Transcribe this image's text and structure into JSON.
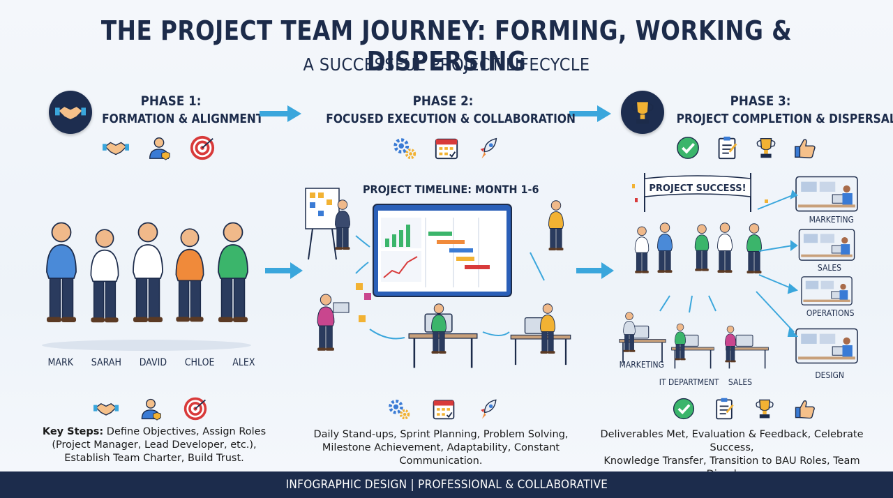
{
  "header": {
    "title": "THE PROJECT TEAM JOURNEY: FORMING, WORKING & DISPERSING",
    "subtitle": "A SUCCESSFUL PROJECT LIFECYCLE"
  },
  "phases": [
    {
      "label": "PHASE 1:",
      "name": "FORMATION & ALIGNMENT",
      "icons": [
        "handshake-icon",
        "manager-icon",
        "target-icon"
      ]
    },
    {
      "label": "PHASE 2:",
      "name": "FOCUSED EXECUTION & COLLABORATION",
      "icons": [
        "gears-icon",
        "calendar-icon",
        "rocket-icon"
      ]
    },
    {
      "label": "PHASE 3:",
      "name": "PROJECT COMPLETION & DISPERSAL",
      "icons": [
        "checkmark-icon",
        "clipboard-icon",
        "trophy-icon",
        "thumbs-up-icon"
      ]
    }
  ],
  "team": [
    "MARK",
    "SARAH",
    "DAVID",
    "CHLOE",
    "ALEX"
  ],
  "timeline": {
    "title": "PROJECT TIMELINE: MONTH 1-6"
  },
  "celebration": {
    "banner": "PROJECT SUCCESS!"
  },
  "departments_right": [
    "MARKETING",
    "SALES",
    "OPERATIONS",
    "DESIGN"
  ],
  "departments_bottom": [
    "MARKETING",
    "IT DEPARTMENT",
    "SALES"
  ],
  "steps": {
    "phase1_bold": "Key Steps:",
    "phase1_line1": " Define Objectives, Assign Roles",
    "phase1_line2": "(Project Manager, Lead Developer, etc.),",
    "phase1_line3": "Establish Team Charter, Build Trust.",
    "phase2_line1": "Daily Stand-ups, Sprint Planning, Problem Solving,",
    "phase2_line2": "Milestone Achievement, Adaptability, Constant Communication.",
    "phase3_line1": "Deliverables Met, Evaluation & Feedback, Celebrate Success,",
    "phase3_line2": "Knowledge Transfer, Transition to BAU Roles, Team Dissolves."
  },
  "footer": {
    "text": "INFOGRAPHIC DESIGN | PROFESSIONAL & COLLABORATIVE"
  },
  "colors": {
    "navy": "#1c2b4a",
    "arrow": "#3aa6dc",
    "accent_orange": "#f08a3a",
    "accent_green": "#3bb56b"
  }
}
